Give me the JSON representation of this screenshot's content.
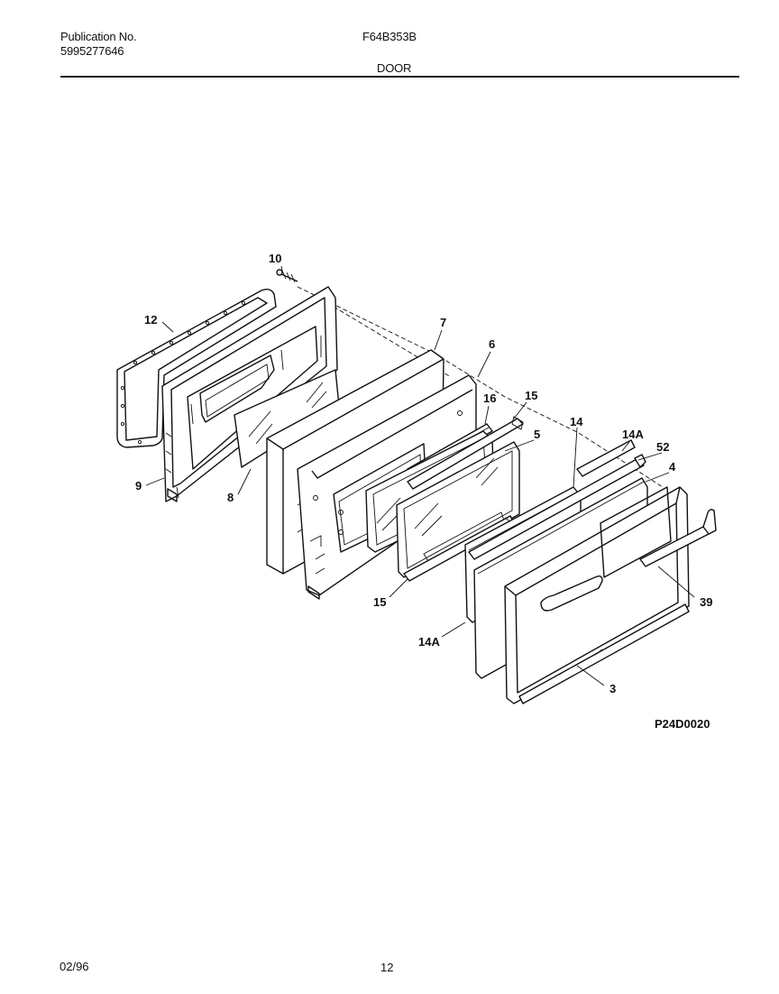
{
  "header": {
    "publication_label": "Publication No.",
    "publication_number": "5995277646",
    "model": "F64B353B",
    "section": "DOOR"
  },
  "diagram": {
    "drawing_code": "P24D0020",
    "callouts": {
      "c10": "10",
      "c12": "12",
      "c9": "9",
      "c8a": "8",
      "c7": "7",
      "c6": "6",
      "c16": "16",
      "c15a": "15",
      "c5": "5",
      "c14": "14",
      "c14a_top": "14A",
      "c52": "52",
      "c4": "4",
      "c39": "39",
      "c15b": "15",
      "c14a_bottom": "14A",
      "c3": "3"
    }
  },
  "footer": {
    "date": "02/96",
    "page": "12"
  }
}
